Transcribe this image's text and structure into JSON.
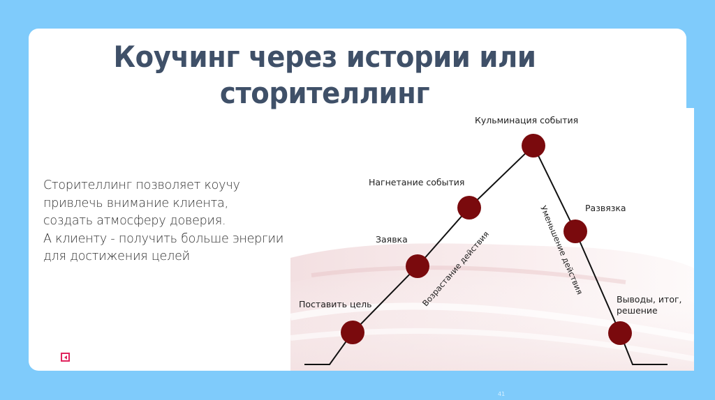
{
  "slide": {
    "title_lines": [
      "Коучинг через истории или",
      "сторителлинг"
    ],
    "body_lines": [
      "Сторителлинг позволяет коучу",
      "привлечь внимание клиента,",
      "создать атмосферу доверия.",
      "А клиенту - получить больше энергии",
      "для достижения целей"
    ],
    "page_number": "41",
    "logo_icon": "chevron-left-square-icon"
  },
  "diagram": {
    "type": "story-arc",
    "colors": {
      "node": "#7a0a0d",
      "line": "#111111",
      "background": "#7fcbfb",
      "card": "#ffffff",
      "title": "#3f5068",
      "logo": "#e0245e"
    },
    "nodes": [
      {
        "label": "Поставить цель"
      },
      {
        "label": "Заявка"
      },
      {
        "label": "Нагнетание события"
      },
      {
        "label": "Кульминация события"
      },
      {
        "label": "Развязка"
      },
      {
        "label_lines": [
          "Выводы, итог,",
          "решение"
        ]
      }
    ],
    "edge_labels": {
      "rising": "Возрастание действия",
      "falling": "Уменьшение действия"
    }
  }
}
